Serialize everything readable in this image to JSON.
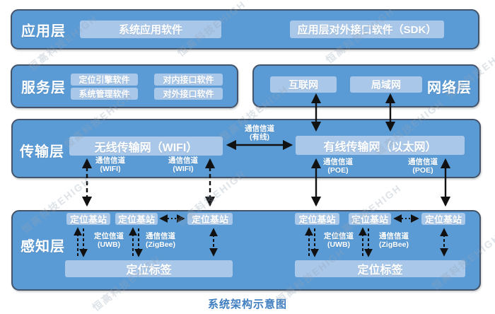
{
  "caption": "系统架构示意图",
  "watermark": {
    "text": "恒高科技EHIGH"
  },
  "colors": {
    "layer_fill": "#5B9BD5",
    "layer_border": "#44546A",
    "inner_box_fill": "#A9C7E9",
    "caption_color": "#3E7EC1",
    "arrow_color": "#111111",
    "background": "#ffffff"
  },
  "layers": {
    "application": {
      "label": "应用层",
      "system_app": "系统应用软件",
      "sdk": "应用层对外接口软件（SDK）"
    },
    "service": {
      "label": "服务层",
      "boxes": [
        "定位引擎软件",
        "对内接口软件",
        "系统管理软件",
        "对外接口软件"
      ]
    },
    "network": {
      "label": "网络层",
      "internet": "互联网",
      "lan": "局域网"
    },
    "transport": {
      "label": "传输层",
      "wireless": "无线传输网（WIFI）",
      "wired": "有线传输网（以太网）",
      "channels": {
        "wired_link": {
          "name": "通信信道",
          "sub": "(有线)"
        },
        "wifi": {
          "name": "通信信道",
          "sub": "(WIFI)"
        },
        "poe": {
          "name": "通信信道",
          "sub": "(POE)"
        }
      }
    },
    "perception": {
      "label": "感知层",
      "station": "定位基站",
      "tag": "定位标签",
      "channels": {
        "uwb": {
          "name": "定位信道",
          "sub": "(UWB)"
        },
        "zigbee": {
          "name": "通信信道",
          "sub": "(ZigBee)"
        }
      }
    }
  }
}
